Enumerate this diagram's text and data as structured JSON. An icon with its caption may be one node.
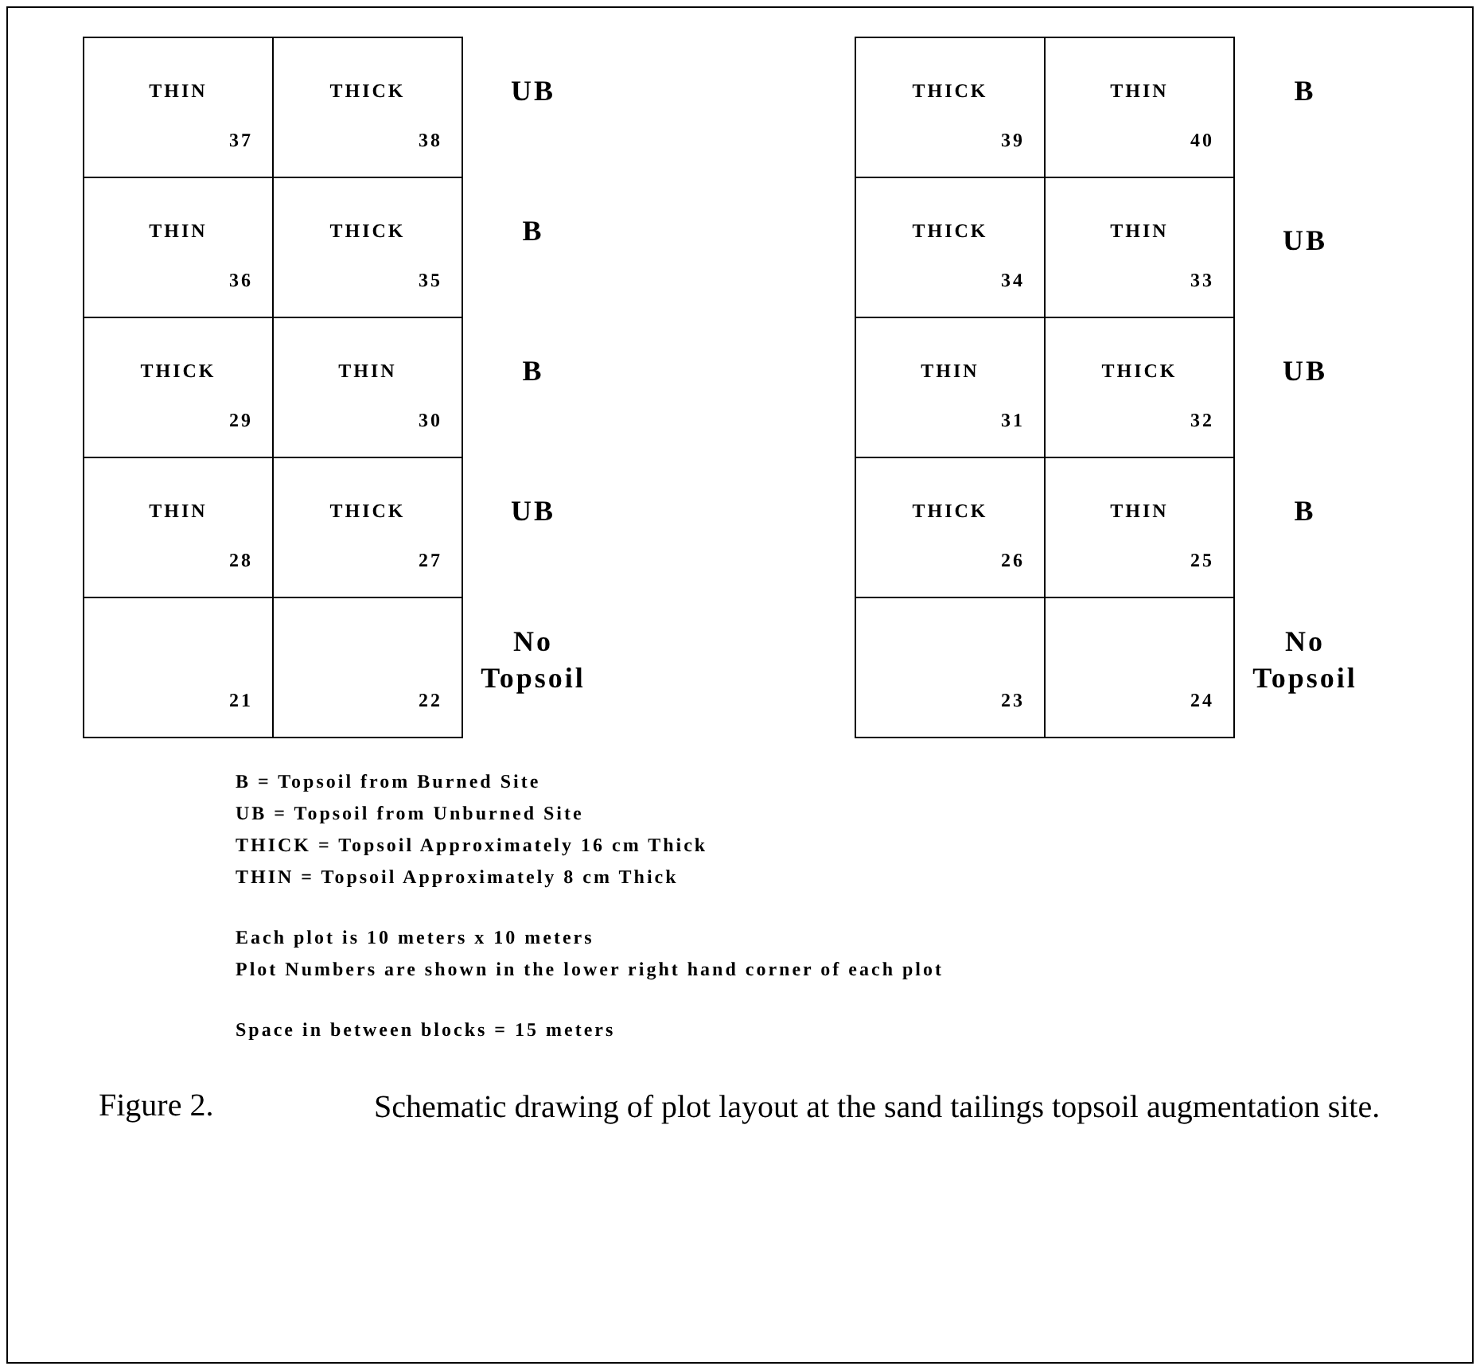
{
  "diagram": {
    "caption": "Schematic drawing of plot layout at the sand tailings topsoil augmentation site.",
    "nodes": [
      {
        "text": [
          "THIN",
          "37"
        ]
      },
      {
        "text": [
          "THICK",
          "38"
        ]
      },
      {
        "text": [
          "THIN",
          "36"
        ]
      },
      {
        "text": [
          "THICK",
          "35"
        ]
      },
      {
        "text": [
          "THICK",
          "29"
        ]
      },
      {
        "text": [
          "THIN",
          "30"
        ]
      },
      {
        "text": [
          "THIN",
          "28"
        ]
      },
      {
        "text": [
          "THICK",
          "27"
        ]
      },
      {
        "text": [
          "21"
        ]
      },
      {
        "text": [
          "22"
        ]
      },
      {
        "text": [
          "THICK",
          "39"
        ]
      },
      {
        "text": [
          "THIN",
          "40"
        ]
      },
      {
        "text": [
          "THICK",
          "34"
        ]
      },
      {
        "text": [
          "THIN",
          "33"
        ]
      },
      {
        "text": [
          "THIN",
          "31"
        ]
      },
      {
        "text": [
          "THICK",
          "32"
        ]
      },
      {
        "text": [
          "THICK",
          "26"
        ]
      },
      {
        "text": [
          "THIN",
          "25"
        ]
      },
      {
        "text": [
          "23"
        ]
      },
      {
        "text": [
          "24"
        ]
      }
    ],
    "labels": [
      "UB",
      "B",
      "B",
      "UB",
      "No Topsoil",
      "B",
      "UB",
      "UB",
      "B",
      "No Topsoil",
      "B = Topsoil from Burned Site",
      "UB = Topsoil from Unburned Site",
      "THICK = Topsoil Approximately 16 cm Thick",
      "THIN = Topsoil Approximately 8 cm Thick",
      "Each plot is 10 meters x 10 meters",
      "Plot Numbers are shown in the lower right hand corner of each plot",
      "Space in between blocks = 15 meters",
      "Figure 2."
    ]
  }
}
